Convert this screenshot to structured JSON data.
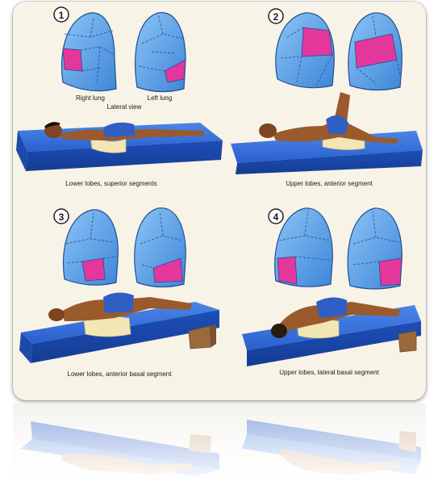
{
  "panels": [
    {
      "number": "1",
      "left_lung_label": "Right lung",
      "right_lung_label": "Left lung",
      "view_label": "Lateral view",
      "caption": "Lower lobes, superior segments"
    },
    {
      "number": "2",
      "caption": "Upper lobes, anterior segment"
    },
    {
      "number": "3",
      "caption": "Lower lobes, anterior basal segment"
    },
    {
      "number": "4",
      "caption": "Upper lobes, lateral basal segment"
    }
  ],
  "colors": {
    "lung": "#5aa4e8",
    "highlight": "#e4379c",
    "mattress": "#2058c8",
    "skin": "#9a5a2c",
    "shorts": "#2f5fc4",
    "pillow": "#f2e6b5",
    "background": "#f8f3e7"
  }
}
